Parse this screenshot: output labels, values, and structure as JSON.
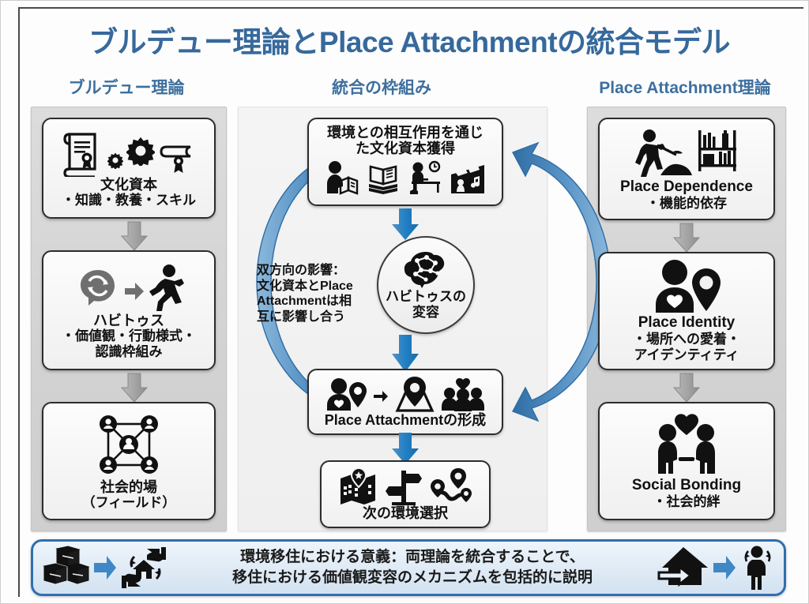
{
  "title": "ブルデュー理論とPlace Attachmentの統合モデル",
  "colors": {
    "title_blue": "#36699c",
    "header_blue": "#3d6f9e",
    "arrow_blue": "#4f8fc4",
    "gray_arrow": "#9e9e9e",
    "panel_gray": "#d4d4d4",
    "panel_light": "#f1f1f1",
    "banner_border": "#2f6fae",
    "card_border": "#2c2c2c"
  },
  "columns": {
    "left": {
      "header": "ブルデュー理論",
      "cards": [
        {
          "title": "文化資本",
          "subtitle": "・知識・教養・スキル",
          "icons": [
            "certificate-icon",
            "gear-icon",
            "gear-large-icon",
            "diploma-icon"
          ]
        },
        {
          "title": "ハビトゥス",
          "subtitle": "・価値観・行動様式・",
          "subtitle2": "認識枠組み",
          "icons": [
            "brain-cycle-icon",
            "right-arrow-icon",
            "running-person-icon"
          ]
        },
        {
          "title": "社会的場",
          "subtitle": "（フィールド）",
          "icons": [
            "social-network-icon"
          ]
        }
      ],
      "connectors": [
        "gray-down-arrow",
        "gray-down-arrow"
      ]
    },
    "center": {
      "header": "統合の枠組み",
      "cards": [
        {
          "title": "環境との相互作用を通じ",
          "title2": "た文化資本獲得",
          "icons": [
            "person-reading-icon",
            "open-book-stack-icon",
            "desk-study-icon",
            "culture-music-icon"
          ]
        },
        {
          "title": "Place Attachmentの形成",
          "icons": [
            "person-heart-pin-icon",
            "map-pin-icon",
            "group-heart-icon"
          ]
        },
        {
          "title": "次の環境選択",
          "icons": [
            "city-map-icon",
            "signpost-icon",
            "route-pins-icon"
          ]
        }
      ],
      "circle": {
        "line1": "ハビトゥスの",
        "line2": "変容",
        "icon": "brain-network-icon"
      },
      "bidirectional_note": "双方向の影響：\n文化資本とPlace\nAttachmentは相\n互に影響し合う",
      "connectors": [
        "blue-down-arrow",
        "blue-down-arrow",
        "blue-down-arrow"
      ],
      "arcs": [
        "left-bidirectional-arc",
        "right-bidirectional-arc"
      ]
    },
    "right": {
      "header": "Place Attachment理論",
      "cards": [
        {
          "title": "Place Dependence",
          "subtitle": "・機能的依存",
          "icons": [
            "worker-digging-icon",
            "bookshelf-icon"
          ]
        },
        {
          "title": "Place Identity",
          "subtitle": "・場所への愛着・",
          "subtitle2": "アイデンティティ",
          "icons": [
            "person-heart-icon",
            "location-pin-icon"
          ]
        },
        {
          "title": "Social Bonding",
          "subtitle": "・社会的絆",
          "icons": [
            "two-people-heart-icon"
          ]
        }
      ],
      "connectors": [
        "gray-down-arrow",
        "gray-down-arrow"
      ]
    }
  },
  "banner": {
    "text": "環境移住における意義：両理論を統合することで、\n移住における価値観変容のメカニズムを包括的に説明",
    "icons_left": [
      "boxes-icon",
      "blue-arrow-icon",
      "hands-house-icon"
    ],
    "icons_right": [
      "house-exit-icon",
      "blue-arrow-icon",
      "person-walking-icon"
    ]
  }
}
